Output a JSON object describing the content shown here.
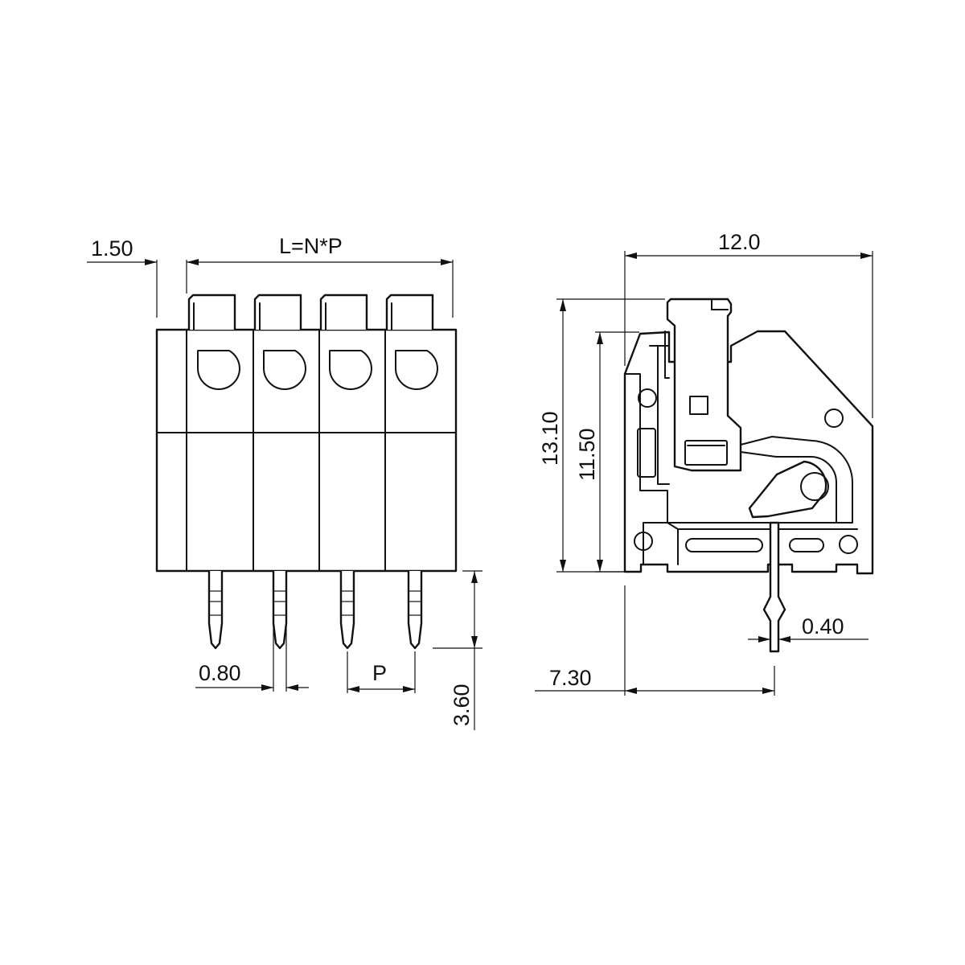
{
  "front_view": {
    "dim_offset": "1.50",
    "dim_length": "L=N*P",
    "dim_pin_width": "0.80",
    "dim_pitch": "P",
    "dim_pin_length": "3.60",
    "pole_count": 4
  },
  "side_view": {
    "dim_width": "12.0",
    "dim_total_height": "13.10",
    "dim_body_height": "11.50",
    "dim_pin_thickness": "0.40",
    "dim_pin_position": "7.30"
  },
  "colors": {
    "line": "#111111",
    "background": "#ffffff"
  }
}
